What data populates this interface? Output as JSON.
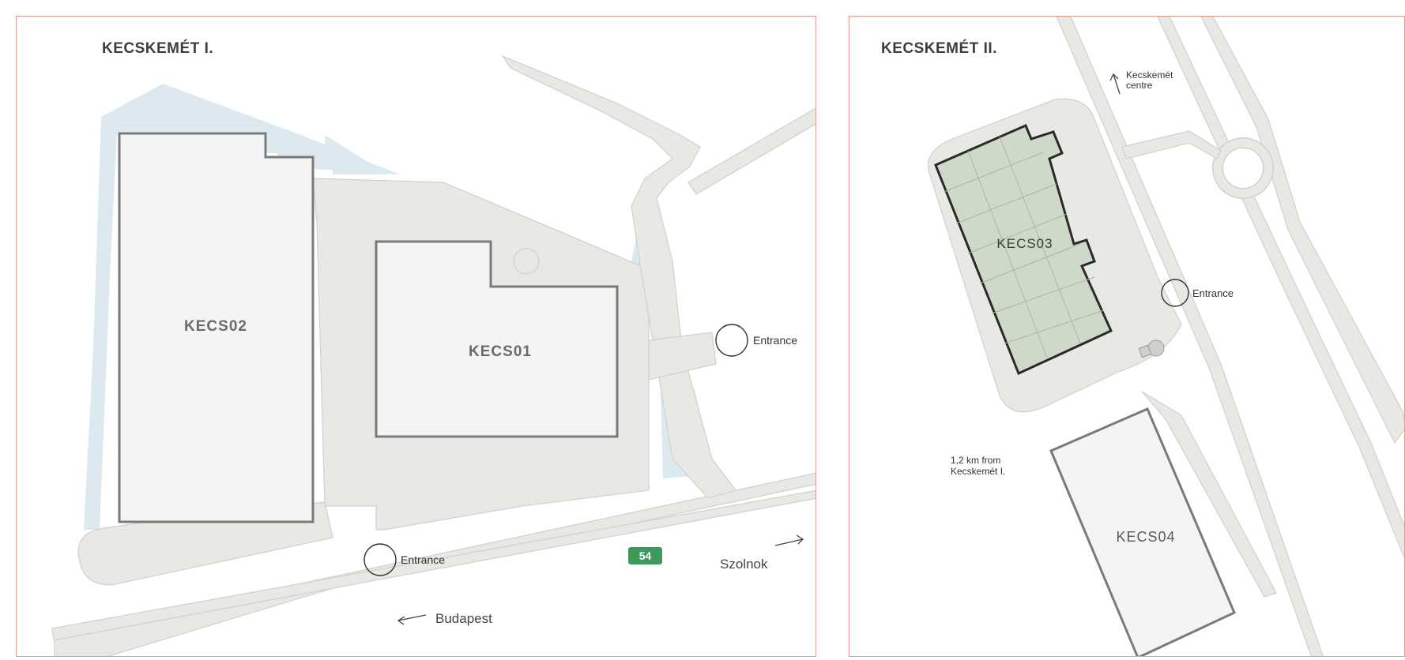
{
  "map1": {
    "title": "KECSKEMÉT I.",
    "buildings": {
      "b1": "KECS01",
      "b2": "KECS02"
    },
    "entrance_east": "Entrance",
    "entrance_south": "Entrance",
    "direction_west": "Budapest",
    "direction_east": "Szolnok",
    "road_number": "54"
  },
  "map2": {
    "title": "KECSKEMÉT II.",
    "buildings": {
      "b3": "KECS03",
      "b4": "KECS04"
    },
    "entrance": "Entrance",
    "centre_line1": "Kecskemét",
    "centre_line2": "centre",
    "distance_line1": "1,2 km from",
    "distance_line2": "Kecskemét I."
  },
  "colors": {
    "frame": "#e79a8c",
    "road": "#e8e9e5",
    "water": "#dde9f1",
    "highlight_building": "#cfd9c8",
    "road_shield": "#3e9a5b"
  }
}
